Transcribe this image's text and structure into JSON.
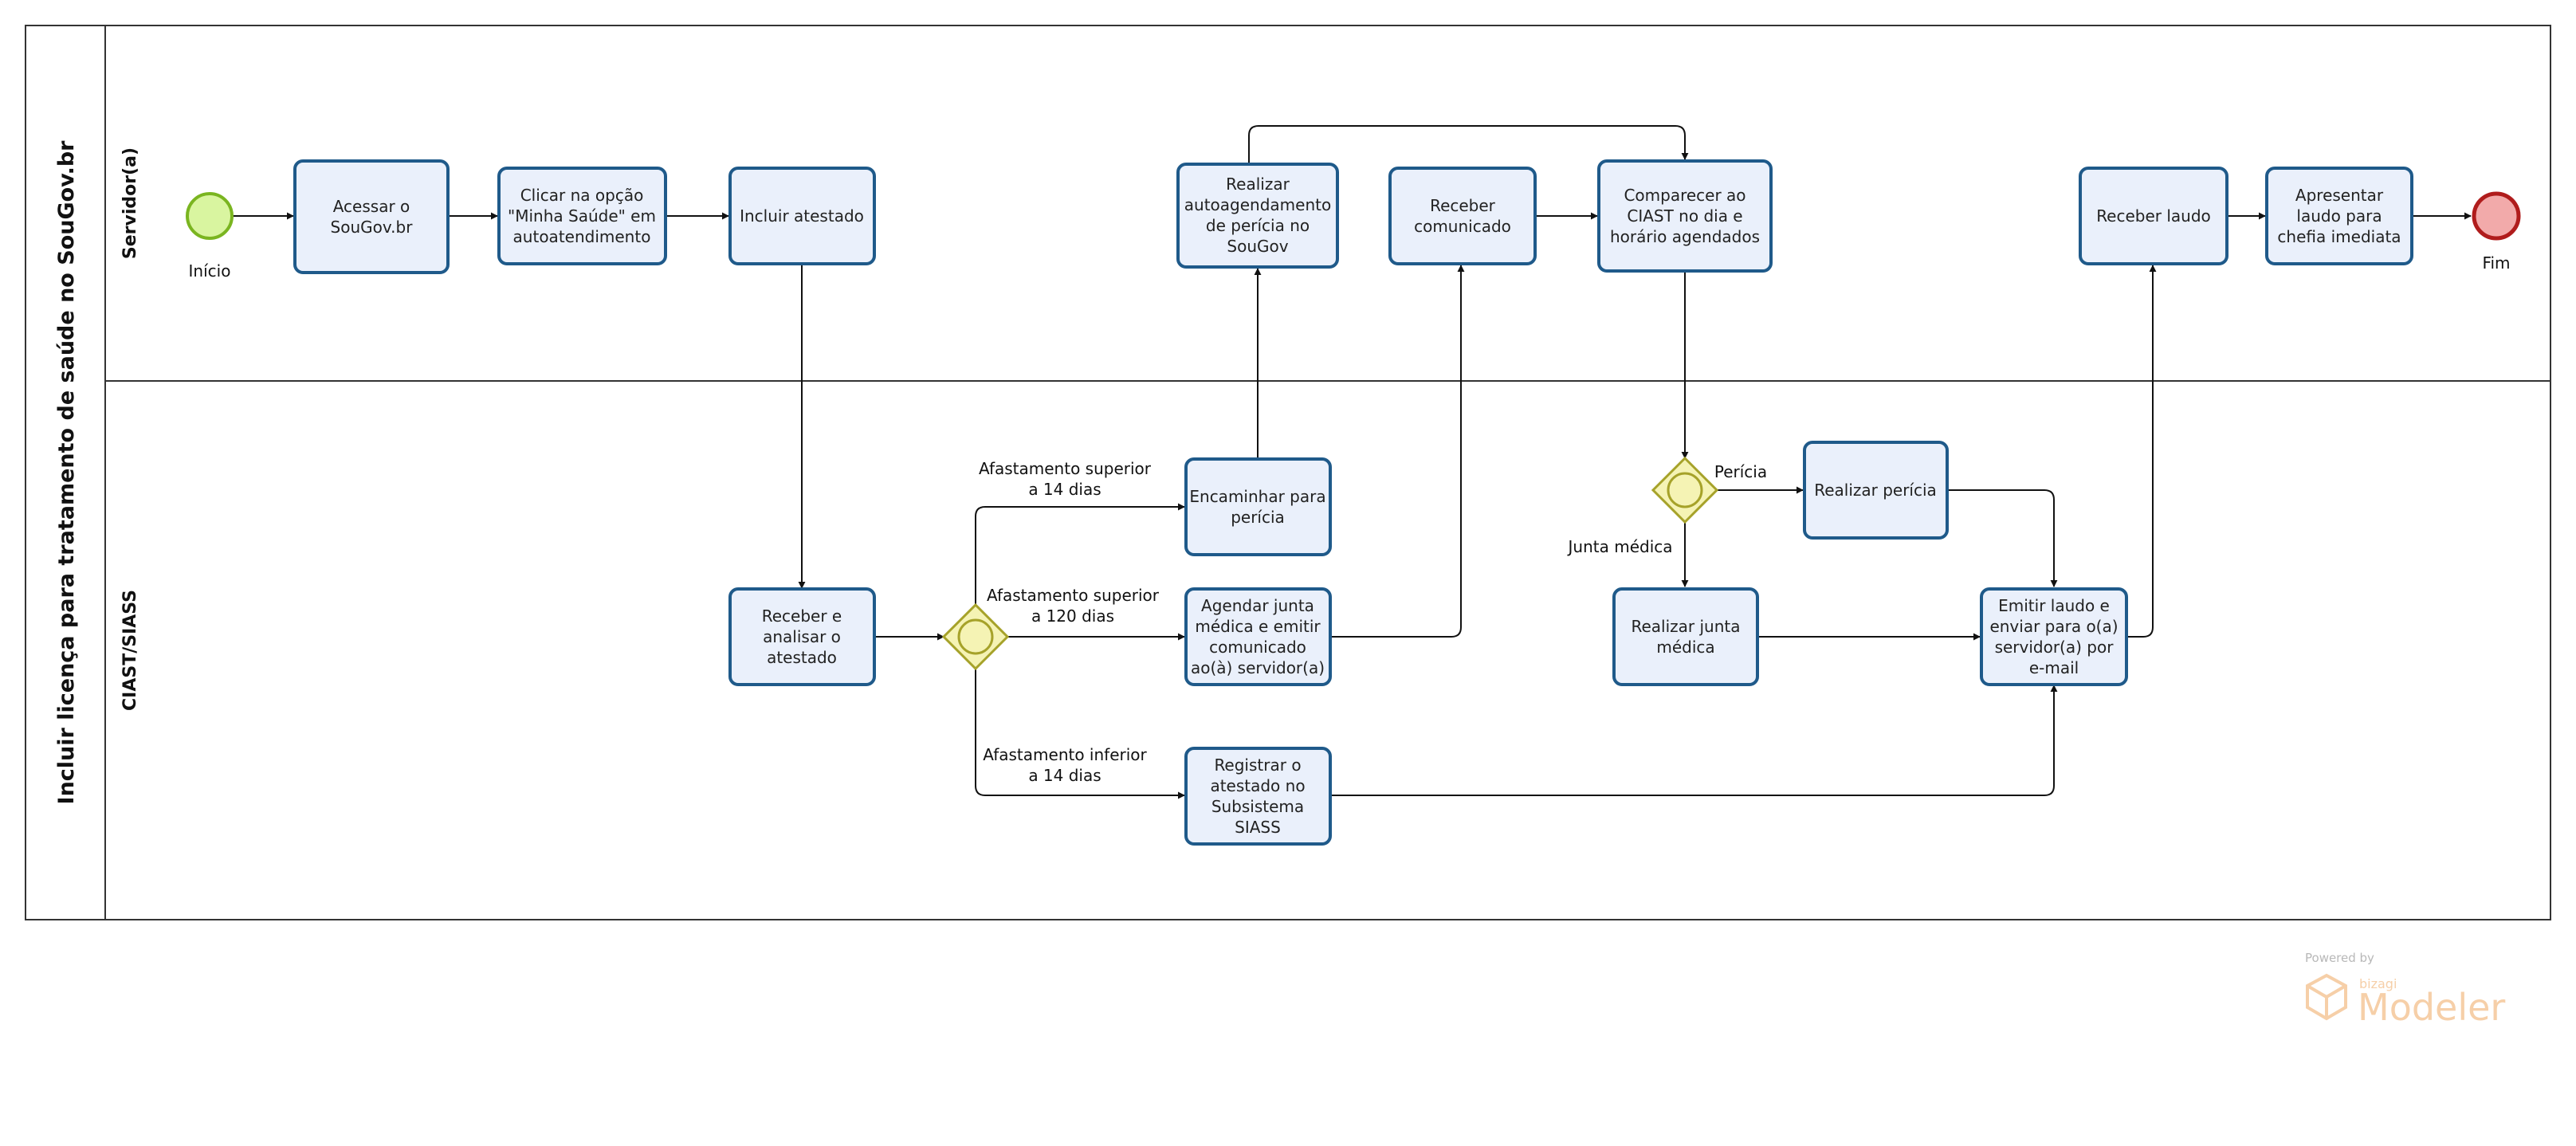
{
  "pool": {
    "title": "Incluir licença para tratamento de saúde no SouGov.br"
  },
  "lanes": {
    "servidor": "Servidor(a)",
    "ciast": "CIAST/SIASS"
  },
  "events": {
    "start": "Início",
    "end": "Fim"
  },
  "tasks": {
    "acessar": [
      "Acessar o",
      "SouGov.br"
    ],
    "clicar": [
      "Clicar na opção",
      "\"Minha Saúde\" em",
      "autoatendimento"
    ],
    "incluir": [
      "Incluir atestado"
    ],
    "realizar_auto": [
      "Realizar",
      "autoagendamento",
      "de perícia no",
      "SouGov"
    ],
    "receber_comunicado": [
      "Receber",
      "comunicado"
    ],
    "comparecer": [
      "Comparecer ao",
      "CIAST no dia e",
      "horário agendados"
    ],
    "receber_laudo": [
      "Receber laudo"
    ],
    "apresentar": [
      "Apresentar",
      "laudo para",
      "chefia imediata"
    ],
    "receber_analisar": [
      "Receber e",
      "analisar o",
      "atestado"
    ],
    "encaminhar": [
      "Encaminhar para",
      "perícia"
    ],
    "agendar": [
      "Agendar junta",
      "médica e emitir",
      "comunicado",
      "ao(à) servidor(a)"
    ],
    "registrar": [
      "Registrar o",
      "atestado no",
      "Subsistema",
      "SIASS"
    ],
    "realizar_pericia": [
      "Realizar perícia"
    ],
    "realizar_junta": [
      "Realizar junta",
      "médica"
    ],
    "emitir": [
      "Emitir laudo e",
      "enviar para o(a)",
      "servidor(a) por",
      "e-mail"
    ]
  },
  "flow_labels": {
    "sup14": [
      "Afastamento superior",
      "a 14 dias"
    ],
    "sup120": [
      "Afastamento superior",
      "a 120 dias"
    ],
    "inf14": [
      "Afastamento inferior",
      "a 14 dias"
    ],
    "pericia": [
      "Perícia"
    ],
    "junta": [
      "Junta médica"
    ]
  },
  "branding": {
    "powered": "Powered by",
    "bizagi": "bizagi",
    "modeler": "Modeler"
  },
  "colors": {
    "task_fill": "#eaf0fb",
    "task_stroke": "#1f5a8a",
    "start_fill": "#d9f5a0",
    "start_stroke": "#7ab520",
    "end_fill": "#f2aaaa",
    "end_stroke": "#b01c1c",
    "gateway_fill": "#f5f3b4",
    "gateway_stroke": "#a6a229"
  }
}
